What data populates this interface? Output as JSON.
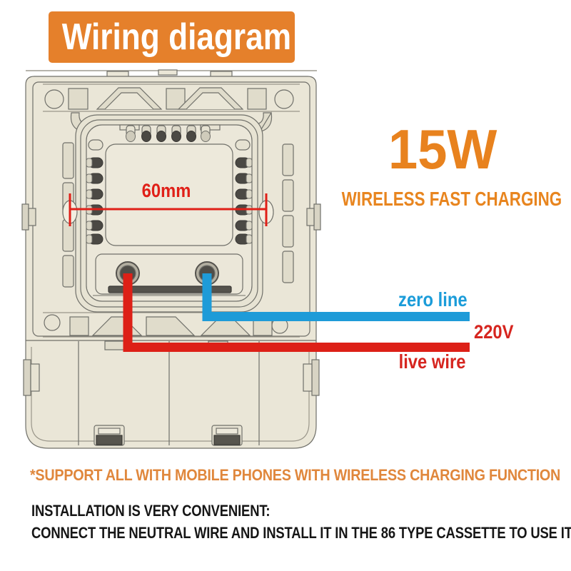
{
  "banner": {
    "label": "Wiring diagram",
    "bg_color": "#E5802B"
  },
  "headline": {
    "power": "15W",
    "subtitle": "WIRELESS FAST CHARGING",
    "color": "#E8821E"
  },
  "wiring": {
    "dimension_label": "60mm",
    "dimension_color": "#E02018",
    "zero_line_label": "zero line",
    "zero_line_color": "#1B9CD9",
    "voltage_label": "220V",
    "live_wire_label": "live wire",
    "live_wire_color": "#D6251F"
  },
  "device": {
    "type": "86-type wall-mount wireless charger, rear view",
    "body_color": "#EAE6D7",
    "outline_color": "#70706A",
    "terminals": [
      "live terminal (red wire)",
      "neutral terminal (blue wire)"
    ],
    "mounting_hole_spacing": "60mm"
  },
  "footnotes": {
    "support": "*SUPPORT ALL WITH MOBILE PHONES WITH WIRELESS CHARGING FUNCTION",
    "install_1": "INSTALLATION IS VERY CONVENIENT:",
    "install_2": "CONNECT THE NEUTRAL WIRE AND INSTALL IT IN THE 86 TYPE CASSETTE TO USE IT"
  }
}
